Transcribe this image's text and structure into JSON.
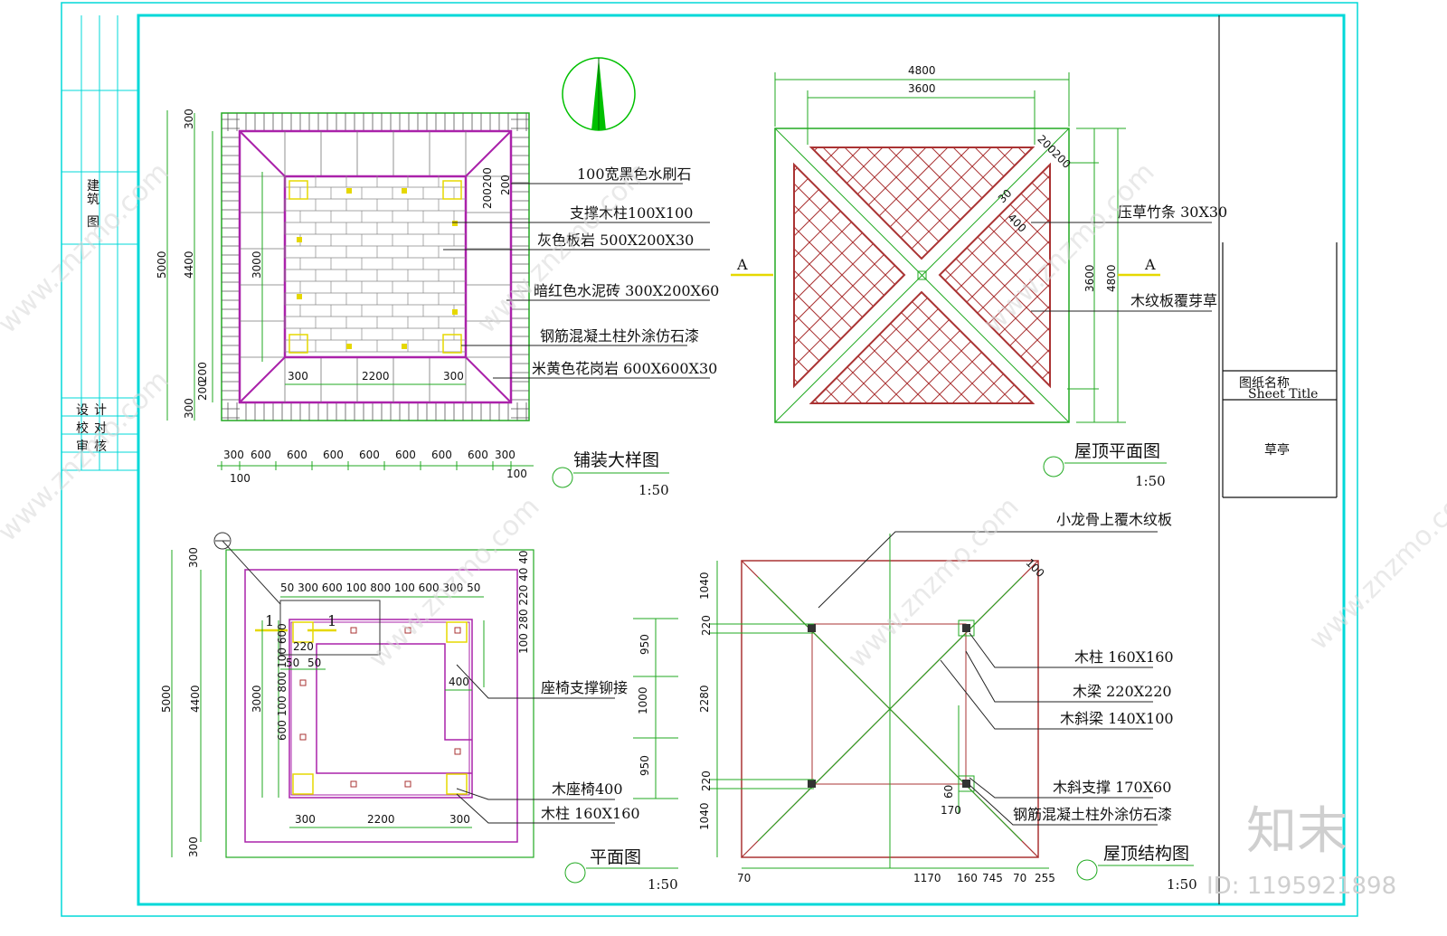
{
  "colors": {
    "frame": "#00d8d8",
    "outline": "#22aa22",
    "magenta": "#aa22aa",
    "brown": "#aa3333",
    "yellow": "#e6d800",
    "north": "#00c000",
    "dark": "#333333"
  },
  "paving_plan": {
    "title": "铺装大样图",
    "scale": "1:50",
    "labels": [
      "100宽黑色水刷石",
      "支撑木柱100X100",
      "灰色板岩 500X200X30",
      "暗红色水泥砖 300X200X60",
      "钢筋混凝土柱外涂仿石漆",
      "米黄色花岗岩 600X600X30"
    ],
    "bottom_dims": [
      "300",
      "600",
      "600",
      "600",
      "600",
      "600",
      "600",
      "600",
      "300"
    ],
    "bottom_small": [
      "100",
      "100"
    ],
    "inner_dims": [
      "300",
      "2200",
      "300"
    ],
    "left_dims": [
      "5000",
      "4400",
      "3000",
      "300",
      "300",
      "200",
      "200"
    ],
    "right_dims": [
      "200",
      "200",
      "200"
    ]
  },
  "roof_plan": {
    "title": "屋顶平面图",
    "scale": "1:50",
    "section_mark": "A",
    "labels": [
      "压草竹条 30X30",
      "木纹板覆芽草"
    ],
    "top_dims": [
      "4800",
      "3600"
    ],
    "right_dims": [
      "3600",
      "4800"
    ],
    "diag_dims": [
      "200200",
      "30",
      "400"
    ]
  },
  "floor_plan": {
    "title": "平面图",
    "scale": "1:50",
    "section_mark": "1",
    "labels": [
      "座椅支撑铆接",
      "木座椅400",
      "木柱 160X160"
    ],
    "top_dims": "50 300  600 100   800   100 600  300 50",
    "top_dims_right": "100 280 220 40 40",
    "small_dims": [
      "220",
      "50",
      "50",
      "400"
    ],
    "left_dims": [
      "5000",
      "4400",
      "3000",
      "300",
      "300"
    ],
    "left_inner": "600 100 800 100 600",
    "bottom_dims": [
      "300",
      "2200",
      "300"
    ],
    "right_dims": [
      "950",
      "1000",
      "950"
    ]
  },
  "roof_structure": {
    "title": "屋顶结构图",
    "scale": "1:50",
    "labels": [
      "小龙骨上覆木纹板",
      "木柱 160X160",
      "木梁 220X220",
      "木斜梁 140X100",
      "木斜支撑 170X60",
      "钢筋混凝土柱外涂仿石漆"
    ],
    "left_dims": [
      "1040",
      "220",
      "2280",
      "220",
      "1040"
    ],
    "bottom_dims": [
      "70",
      "1170",
      "160",
      "745",
      "70",
      "255"
    ],
    "small_dims": [
      "100",
      "60",
      "170"
    ]
  },
  "title_block": {
    "drawing_name_label": "图纸名称",
    "drawing_name_label_en": "Sheet Title",
    "drawing_name": "草亭"
  },
  "left_strip": {
    "rows_top": [
      "建",
      "筑",
      "图"
    ],
    "rows_bottom": [
      "设",
      "计",
      "校",
      "对",
      "审",
      "核"
    ]
  },
  "watermark": {
    "text": "www.znzmo.com",
    "logo": "知末",
    "id": "ID: 1195921898"
  }
}
